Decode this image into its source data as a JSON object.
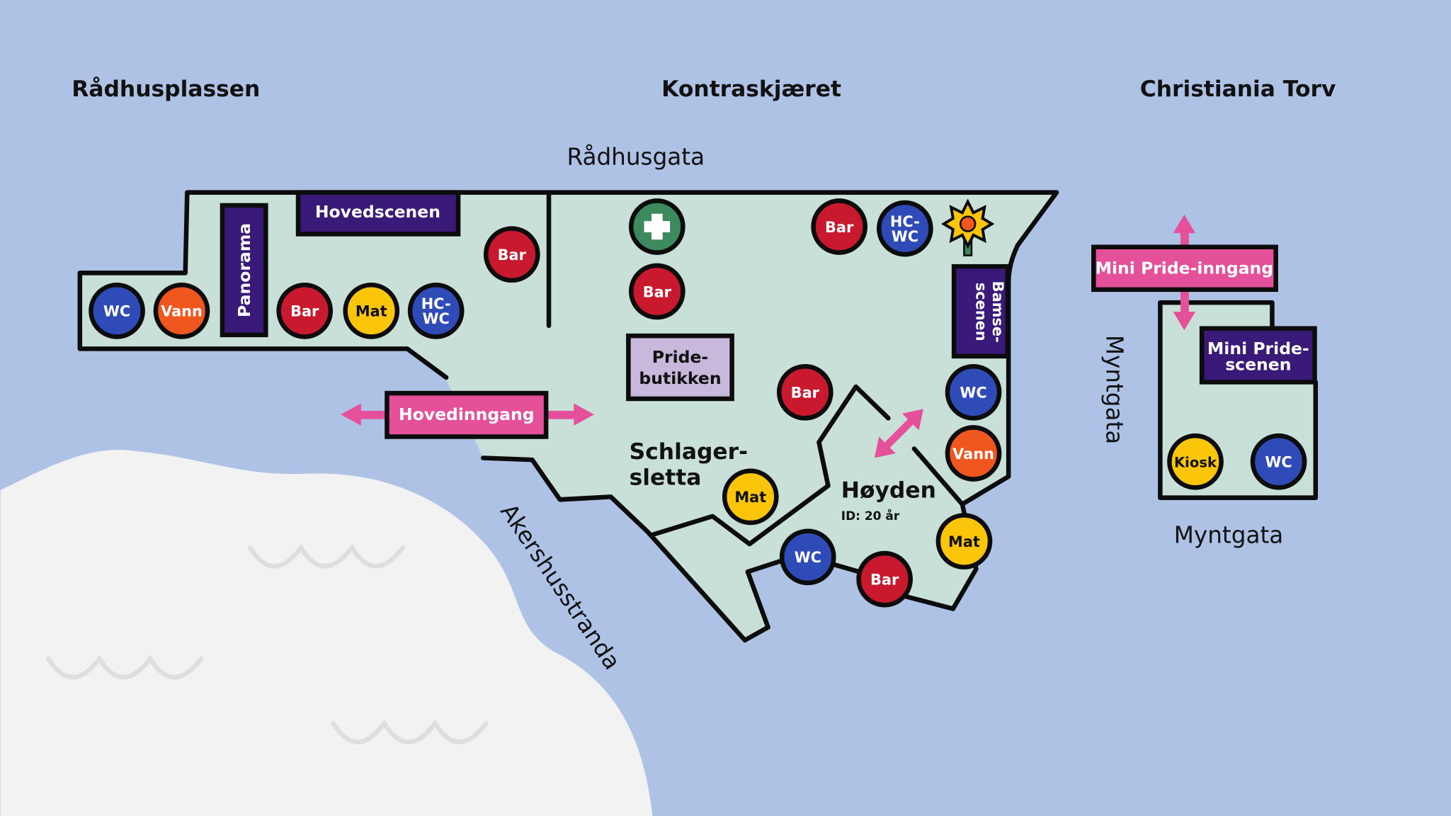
{
  "areas": {
    "radhusplassen": "Rådhusplassen",
    "kontraskjaeret": "Kontraskjæret",
    "christiania_torv": "Christiania Torv"
  },
  "streets": {
    "radhusgata": "Rådhusgata",
    "akershusstranda": "Akershusstranda",
    "myntgata_vertical": "Myntgata",
    "myntgata": "Myntgata"
  },
  "zones": {
    "schlager_1": "Schlager-",
    "schlager_2": "sletta",
    "hoyden": "Høyden",
    "hoyden_note": "ID: 20 år"
  },
  "stages": {
    "hovedscenen": "Hovedscenen",
    "panorama": "Panorama",
    "pride_1": "Pride-",
    "pride_2": "butikken",
    "hovedinngang": "Hovedinngang",
    "bamse_1": "Bamse-",
    "bamse_2": "scenen",
    "mini_inngang": "Mini Pride-inngang",
    "mini_scene_1": "Mini Pride-",
    "mini_scene_2": "scenen"
  },
  "markers": {
    "wc": "WC",
    "vann": "Vann",
    "bar": "Bar",
    "mat": "Mat",
    "hc1": "HC-",
    "hc2": "WC",
    "kiosk": "Kiosk",
    "first_aid": "first-aid-icon"
  },
  "colors": {
    "background": "#aec2e6",
    "land": "#c8e0d8",
    "water": "#f2f2f2",
    "purple": "#3a1a78",
    "pink": "#e4519a",
    "red": "#c8192e",
    "blue": "#2f4bb8",
    "orange": "#f0571e",
    "yellow": "#fbc50a",
    "green": "#3d8a5e",
    "lilac": "#c7b8dc"
  }
}
